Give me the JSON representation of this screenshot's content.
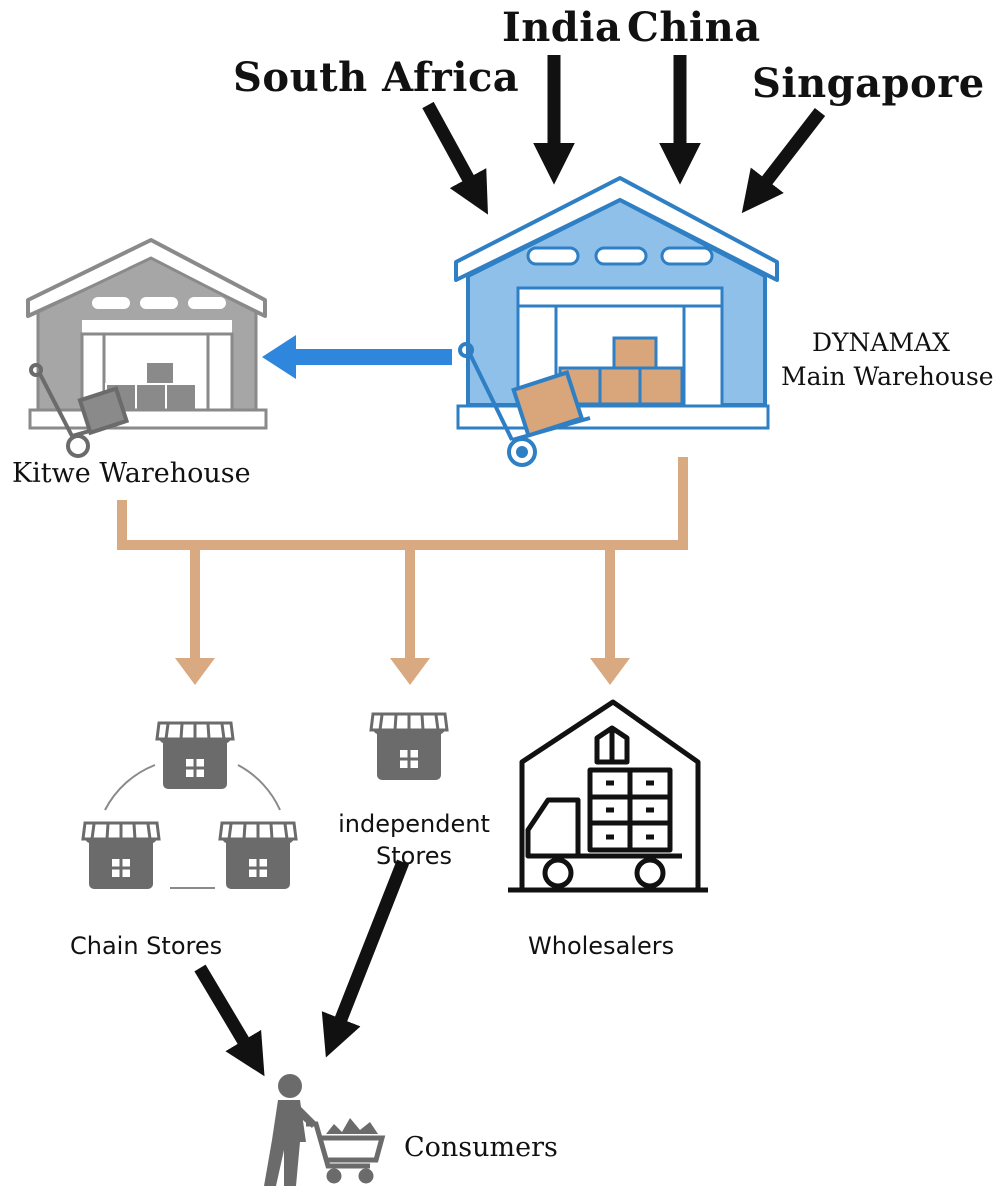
{
  "origins": {
    "south_africa": "South Africa",
    "india": "India",
    "china": "China",
    "singapore": "Singapore"
  },
  "main_warehouse": {
    "name_line1": "DYNAMAX",
    "name_line2": "Main Warehouse"
  },
  "branch_warehouse": {
    "name": "Kitwe Warehouse"
  },
  "channels": {
    "chain_stores": "Chain Stores",
    "independent_line1": "independent",
    "independent_line2": "Stores",
    "wholesalers": "Wholesalers"
  },
  "end_customer": {
    "name": "Consumers"
  },
  "colors": {
    "main_warehouse_fill": "#8ec0ea",
    "main_warehouse_stroke": "#2f7fc4",
    "branch_warehouse_fill": "#a6a6a6",
    "blue_arrow": "#2f86dd",
    "distribution_line": "#d9a982",
    "box_fill": "#d9a57a",
    "icon_gray": "#6b6b6b",
    "black_arrow": "#111111"
  }
}
